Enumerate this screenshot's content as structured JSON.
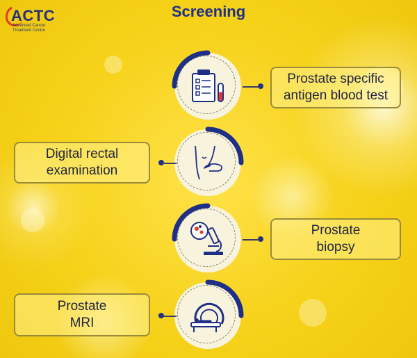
{
  "logo": {
    "name": "ACTC",
    "subtitle": "Advanced Cancer Treatment Centre"
  },
  "title": "Screening",
  "steps": [
    {
      "label": "Prostate specific\nantigen blood test",
      "icon": "clipboard-test-tube-icon"
    },
    {
      "label": "Digital rectal\nexamination",
      "icon": "rectal-exam-icon"
    },
    {
      "label": "Prostate\nbiopsy",
      "icon": "microscope-icon"
    },
    {
      "label": "Prostate\nMRI",
      "icon": "mri-scanner-icon"
    }
  ],
  "colors": {
    "navy": "#1f2f86",
    "background": "#f6d21a",
    "box_border": "#9a8a3a",
    "logo_accent": "#e23a2a"
  }
}
